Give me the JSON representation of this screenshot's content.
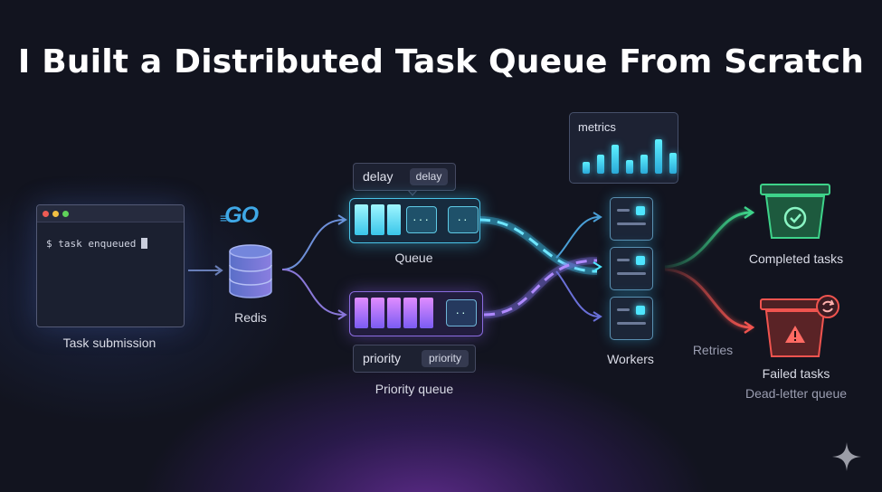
{
  "title": "I Built a Distributed Task Queue From Scratch",
  "terminal": {
    "prompt": "$ task enqueued"
  },
  "nodes": {
    "task_submission": "Task submission",
    "go_logo": "GO",
    "redis": "Redis",
    "queue": "Queue",
    "priority_queue": "Priority queue",
    "workers": "Workers",
    "metrics": "metrics",
    "completed": "Completed tasks",
    "failed": "Failed tasks",
    "dead_letter": "Dead-letter queue",
    "retries": "Retries"
  },
  "tags": {
    "delay_label": "delay",
    "delay_pill": "delay",
    "priority_label": "priority",
    "priority_pill": "priority"
  },
  "metrics_levels": [
    0.35,
    0.55,
    0.85,
    0.4,
    0.55,
    1.0,
    0.6
  ],
  "colors": {
    "background": "#12141f",
    "queue_cyan": "#4ee6ff",
    "priority_purple": "#a86bff",
    "success_green": "#3ed38a",
    "failure_red": "#f0544f",
    "go_blue": "#3fa8e6"
  },
  "icons": {
    "redis": "database-cylinder-icon",
    "completed": "check-bin-icon",
    "failed": "warning-bin-icon",
    "retry": "refresh-icon",
    "sparkle": "sparkle-icon"
  }
}
